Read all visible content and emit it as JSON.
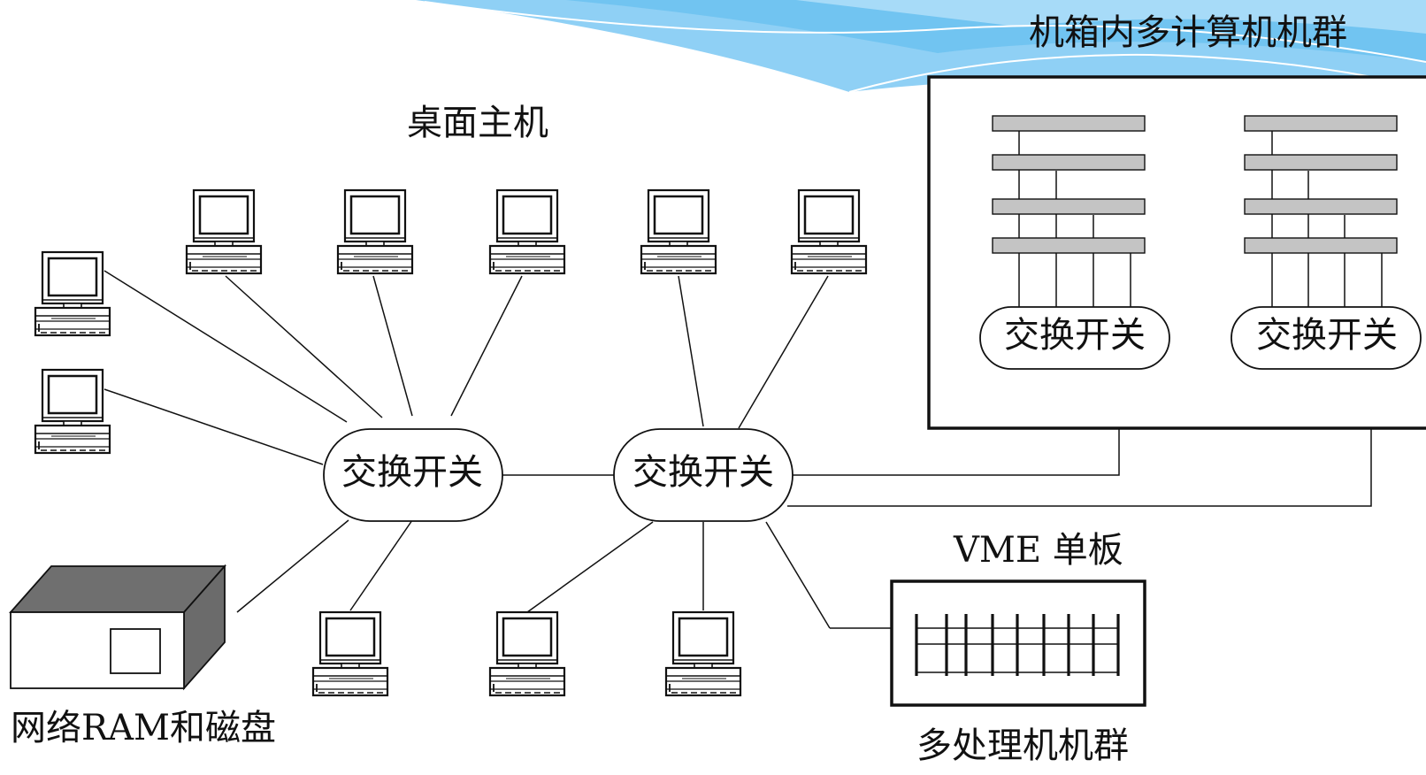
{
  "labels": {
    "chassis_cluster": "机箱内多计算机机群",
    "desktop_hosts": "桌面主机",
    "vme_boards": "VME 单板",
    "multiprocessor_cluster": "多处理机机群",
    "network_ram_disk": "网络RAM和磁盘"
  },
  "switch_label": "交换开关",
  "colors": {
    "line": "#111111",
    "bar_fill": "#c4c4c4",
    "storage_top": "#6f6f6f",
    "storage_side": "#6b6b6b",
    "banner_light": "#bfe6fb",
    "banner_mid": "#8fd0f5",
    "banner_dark": "#5dbcef"
  },
  "icons": {
    "computer": "desktop-computer-icon",
    "storage": "storage-box-icon",
    "board": "vme-board-icon"
  }
}
